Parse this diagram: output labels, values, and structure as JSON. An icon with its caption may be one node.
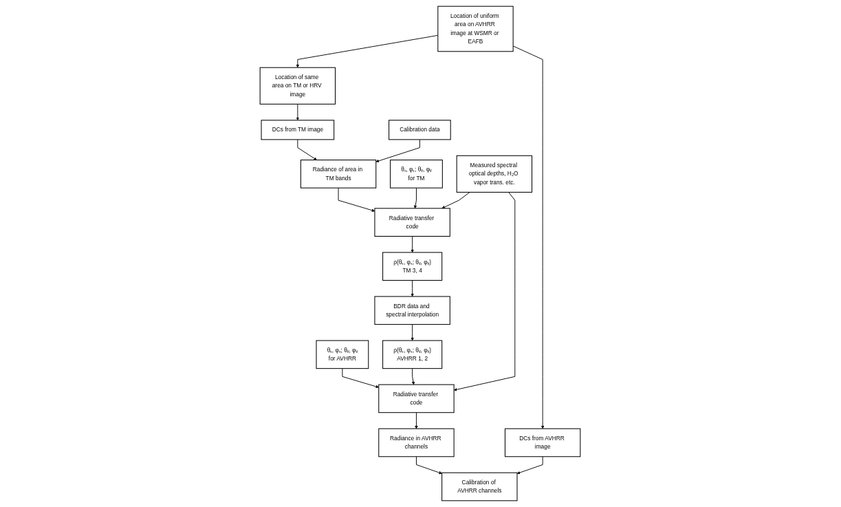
{
  "diagram": {
    "nodes": [
      {
        "text": [
          "Location of uniform area on AVHRR image at WSMR or EAFB"
        ]
      },
      {
        "text": [
          "Location of same area on TM or HRV image"
        ]
      },
      {
        "text": [
          "DCs from AVHRR image"
        ]
      },
      {
        "text": [
          "DCs from TM image"
        ]
      },
      {
        "text": [
          "Calibration of AVHRR channels"
        ]
      },
      {
        "text": [
          "Calibration data"
        ]
      },
      {
        "text": [
          "Radiance of area in TM bands"
        ]
      },
      {
        "text": [
          "Radiance in AVHRR channels"
        ]
      },
      {
        "text": [
          "θₛ, φₛ; θᵥ, φᵥ",
          "for TM"
        ]
      },
      {
        "text": [
          "Radiative transfer code"
        ]
      },
      {
        "text": [
          "Measured spectral optical depths, H₂O vapor trans. etc."
        ]
      },
      {
        "text": [
          "Radiative transfer code"
        ]
      },
      {
        "text": [
          "θₛ, φₛ; θᵥ, φᵥ",
          "for AVHRR"
        ]
      },
      {
        "text": [
          "ρ(θₛ, φₛ; θᵥ, φᵥ)",
          "TM 3, 4"
        ]
      },
      {
        "text": [
          "BDR data and spectral interpolation"
        ]
      },
      {
        "text": [
          "ρ(θₛ, φₛ; θᵥ, φᵥ)",
          "AVHRR 1, 2"
        ]
      }
    ],
    "edges": [
      {
        "from": 0,
        "to": 1,
        "arrow": "to"
      },
      {
        "from": 0,
        "to": 2,
        "arrow": "to"
      },
      {
        "from": 1,
        "to": 3,
        "arrow": "to"
      },
      {
        "from": 2,
        "to": 4,
        "arrow": "to"
      },
      {
        "from": 3,
        "to": 6,
        "arrow": "to"
      },
      {
        "from": 5,
        "to": 6,
        "arrow": "to"
      },
      {
        "from": 6,
        "to": 9,
        "arrow": "to"
      },
      {
        "from": 8,
        "to": 9,
        "arrow": "to"
      },
      {
        "from": 10,
        "to": 9,
        "arrow": "to"
      },
      {
        "from": 10,
        "to": 11,
        "arrow": "to"
      },
      {
        "from": 12,
        "to": 11,
        "arrow": "to"
      },
      {
        "from": 9,
        "to": 13,
        "arrow": "to"
      },
      {
        "from": 13,
        "to": 14,
        "arrow": "to"
      },
      {
        "from": 14,
        "to": 15,
        "arrow": "to"
      },
      {
        "from": 15,
        "to": 11,
        "arrow": "to"
      },
      {
        "from": 11,
        "to": 7,
        "arrow": "to"
      },
      {
        "from": 7,
        "to": 4,
        "arrow": "to"
      }
    ]
  }
}
